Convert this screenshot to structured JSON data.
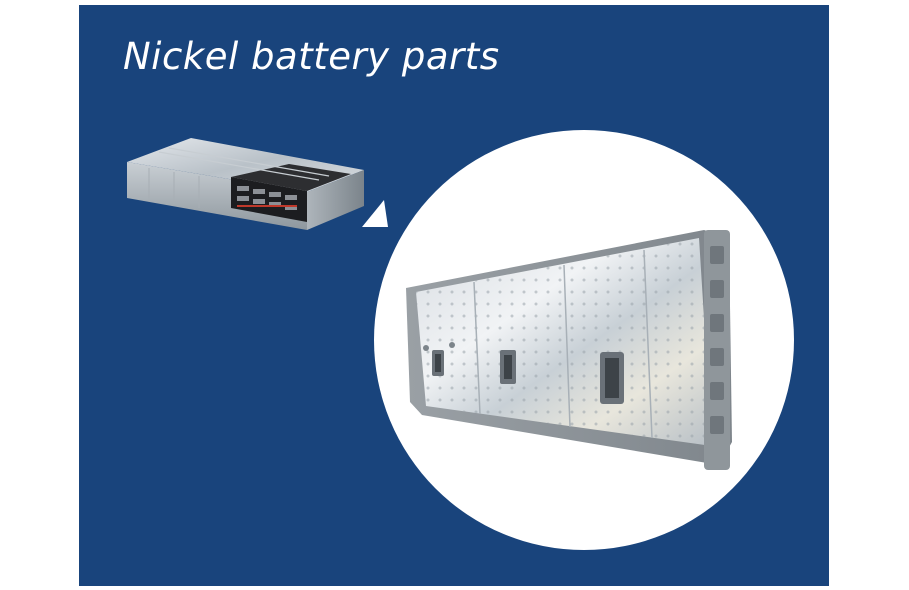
{
  "slide": {
    "title": "Nickel battery parts",
    "background_color": "#19447c"
  },
  "images": {
    "battery_pack": "battery-pack-cutaway-image",
    "battery_module": "battery-module-closeup-image"
  },
  "icons": {
    "pointer": "triangle-pointer-icon"
  }
}
